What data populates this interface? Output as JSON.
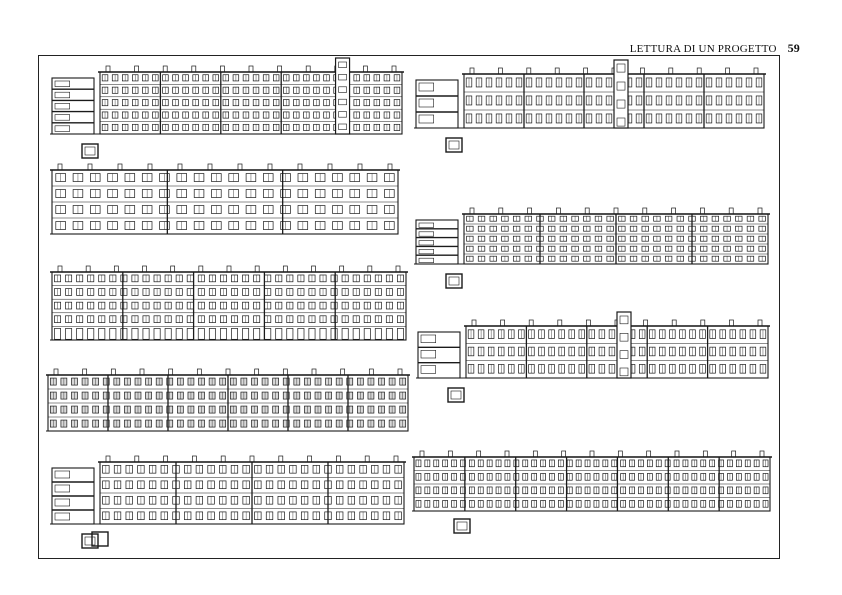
{
  "header": {
    "running_title": "LETTURA DI UN PROGETTO",
    "page_number": "59"
  },
  "colors": {
    "ink": "#1a1a1a",
    "paper": "#ffffff"
  },
  "plates": [
    {
      "id": "elevation-left-1",
      "kind": "elevation-with-section",
      "floors": 5,
      "bays": 30
    },
    {
      "id": "elevation-left-2",
      "kind": "elevation",
      "floors": 4,
      "bays": 20
    },
    {
      "id": "elevation-left-3",
      "kind": "elevation-with-arcade",
      "floors": 5,
      "bays": 32
    },
    {
      "id": "elevation-left-4",
      "kind": "elevation-rendered",
      "floors": 4,
      "bays": 34
    },
    {
      "id": "elevation-left-5",
      "kind": "elevation-with-sections",
      "floors": 4,
      "bays": 26
    },
    {
      "id": "elevation-right-1",
      "kind": "section-and-elevation",
      "floors": 3,
      "bays": 30
    },
    {
      "id": "elevation-right-2",
      "kind": "section-and-elevation",
      "floors": 5,
      "bays": 26
    },
    {
      "id": "elevation-right-3",
      "kind": "section-and-elevation",
      "floors": 3,
      "bays": 30
    },
    {
      "id": "elevation-right-4",
      "kind": "elevation",
      "floors": 4,
      "bays": 40
    }
  ]
}
